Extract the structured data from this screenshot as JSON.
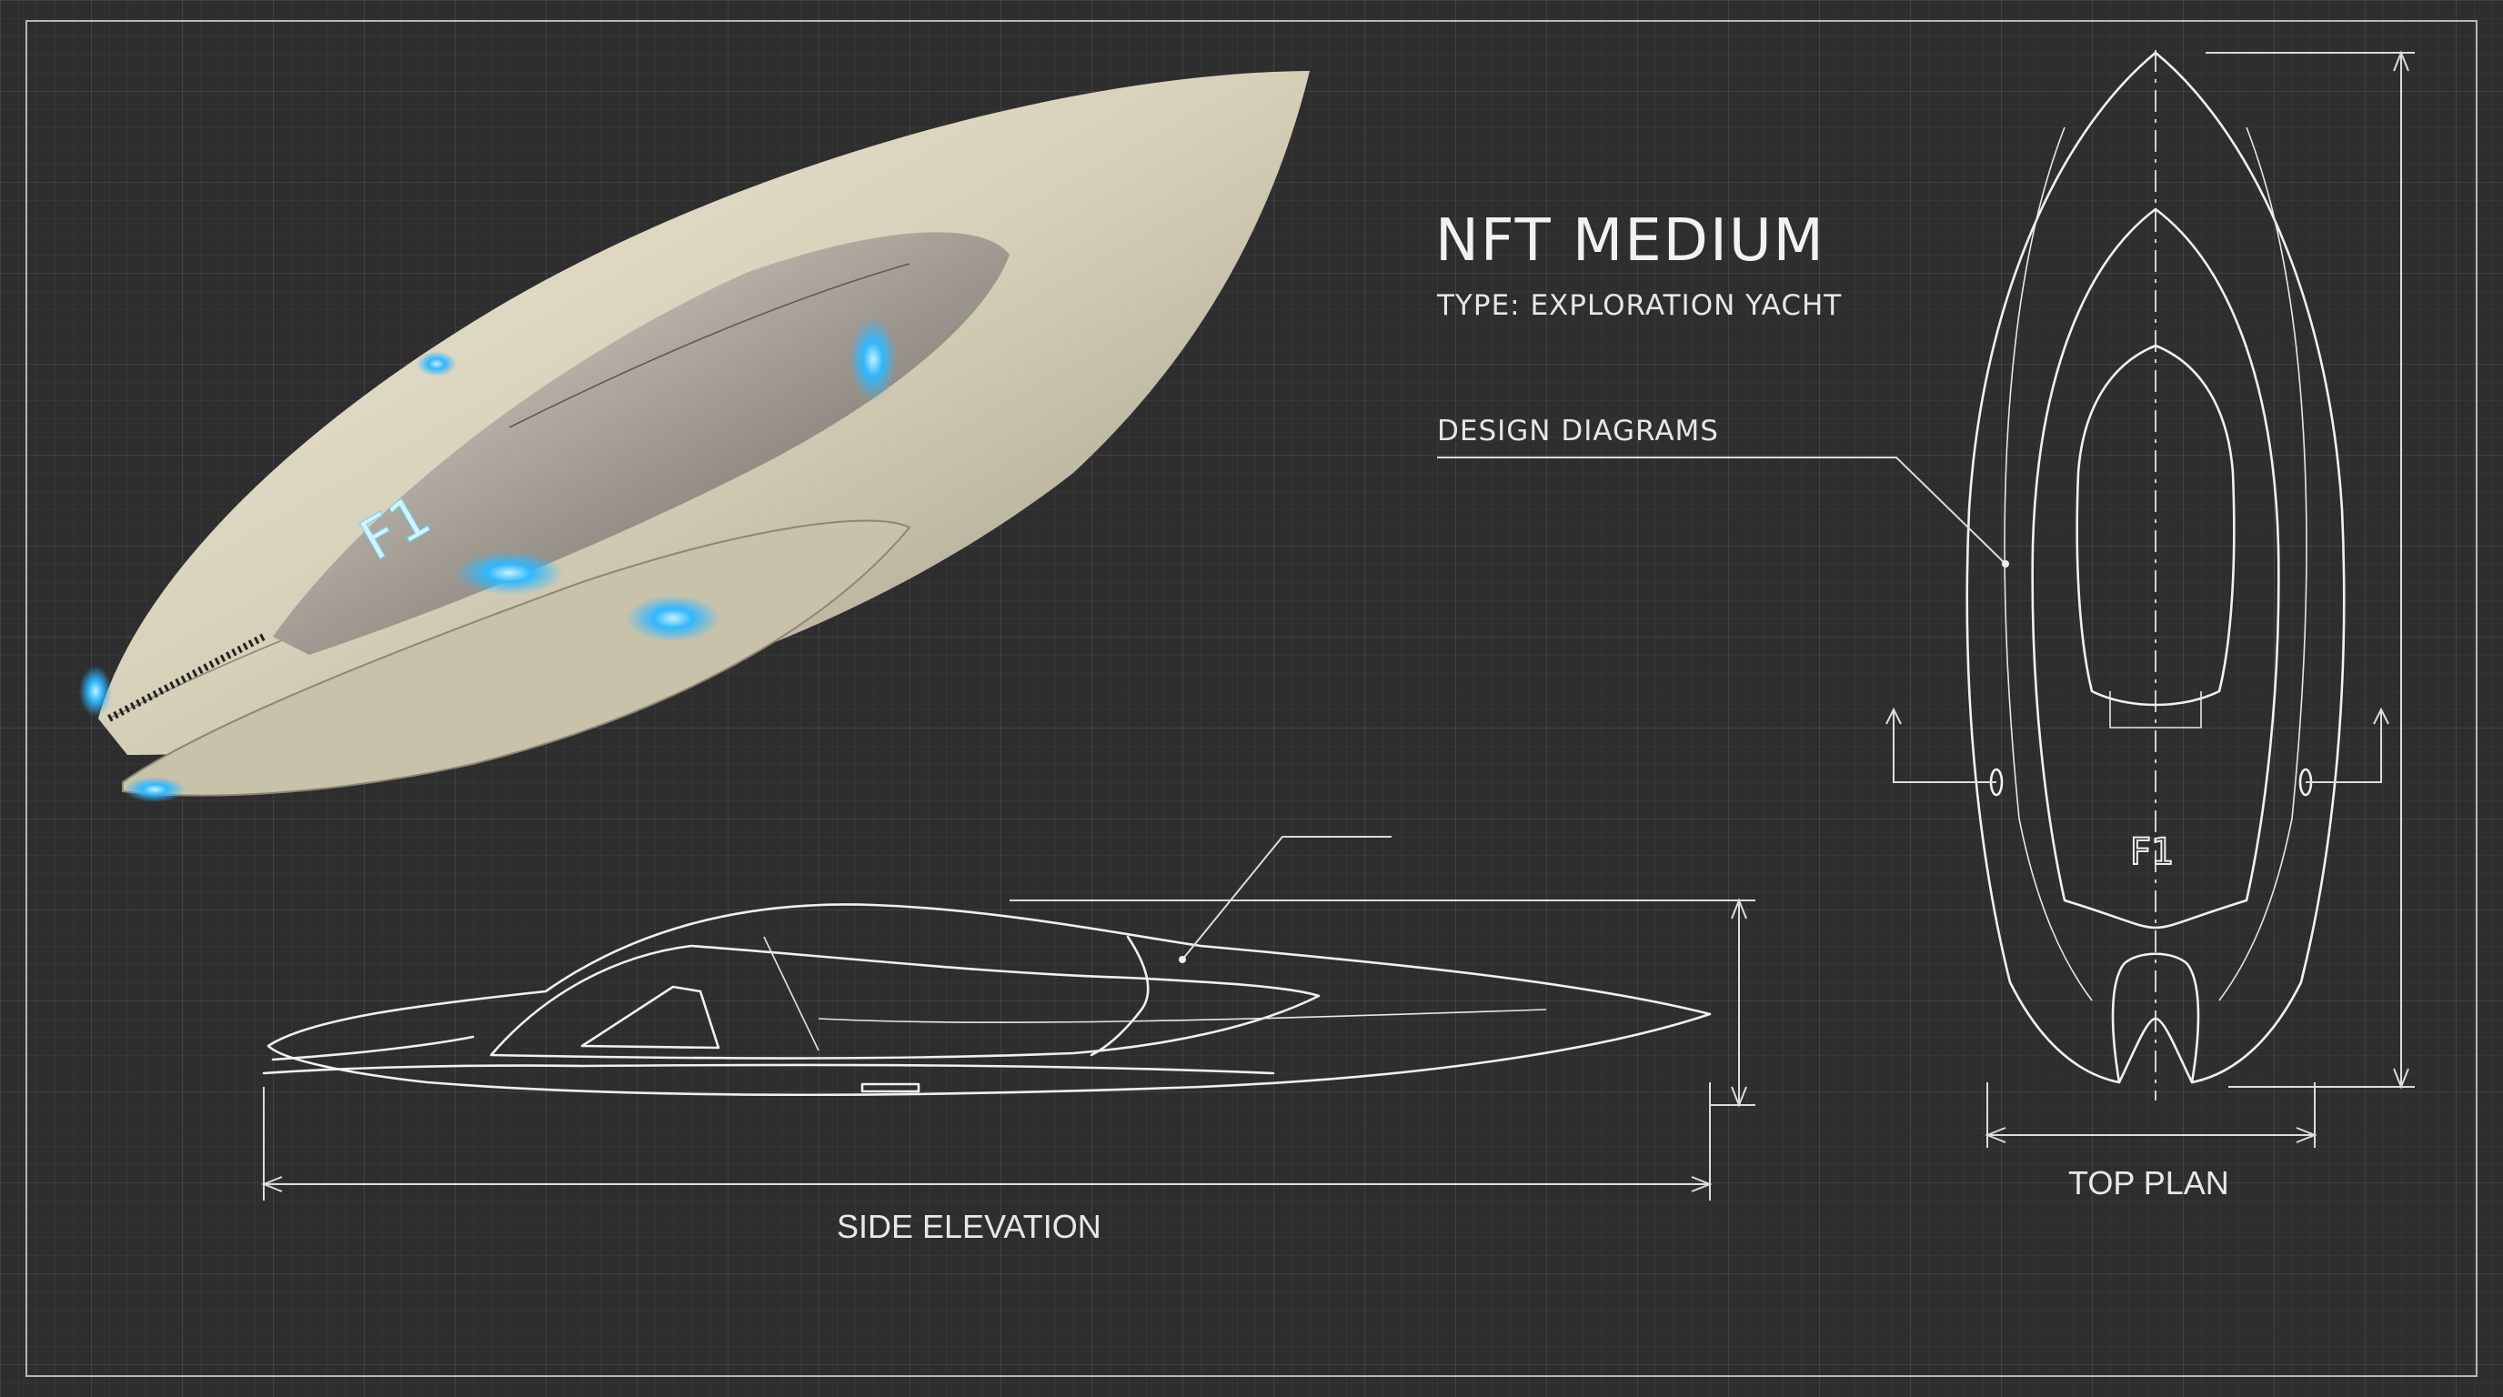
{
  "header": {
    "title": "NFT MEDIUM",
    "type_line": "TYPE: EXPLORATION YACHT"
  },
  "callouts": {
    "design": "DESIGN DIAGRAMS"
  },
  "views": {
    "side": "SIDE ELEVATION",
    "top": "TOP PLAN"
  },
  "colors": {
    "background": "#2e2e2f",
    "hull": "#d8d2bd",
    "canopy": "#a9a39a",
    "glow": "#2fb8ff",
    "line": "#f0f0f0"
  }
}
